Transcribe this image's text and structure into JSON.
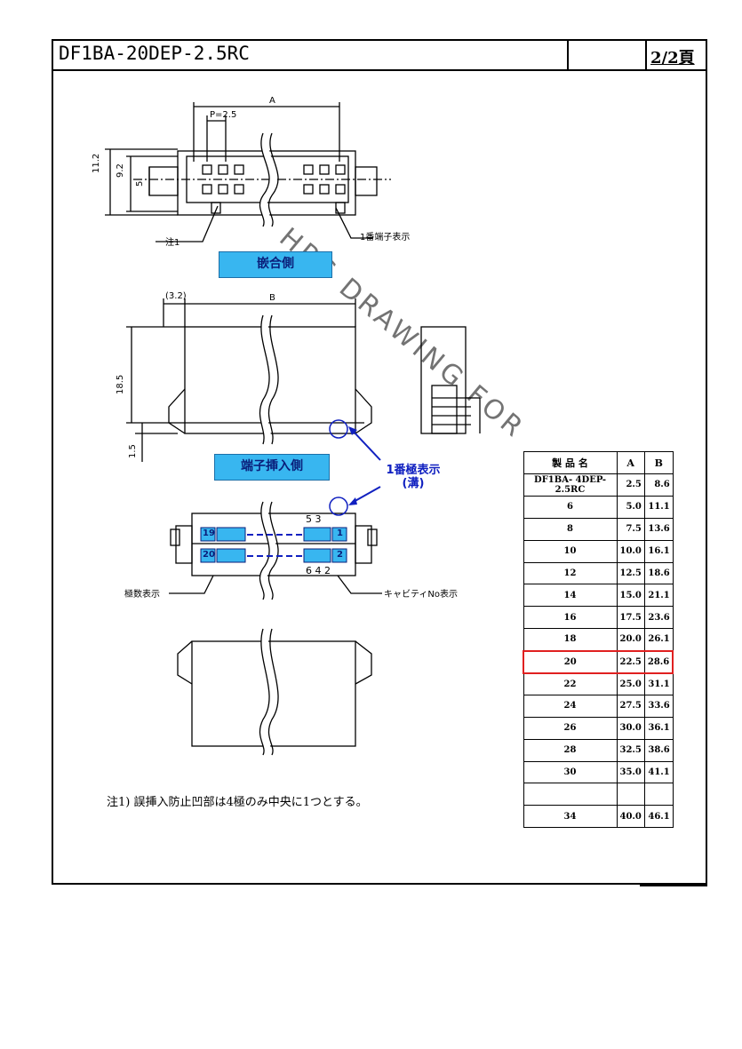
{
  "header": {
    "title": "DF1BA-20DEP-2.5RC",
    "page": "2/2頁"
  },
  "views": {
    "mating_side_label": "嵌合側",
    "terminal_insertion_label": "端子挿入側",
    "pin1_mark_label": "1番極表示",
    "pin1_mark_sub": "(溝)",
    "pin1_terminal_label": "1番端子表示",
    "note1_label": "注1",
    "pole_count_label": "極数表示",
    "cavity_no_label": "キャビティNo表示"
  },
  "dimensions": {
    "A": "A",
    "pitch": "P=2.5",
    "h_11_2": "11.2",
    "h_9_2": "9.2",
    "h_5": "5",
    "B": "B",
    "offset_3_2": "(3.2)",
    "h_18_5": "18.5",
    "h_1_5": "1.5"
  },
  "cavity_numbers": {
    "top_left": "19",
    "top_right": "1",
    "bottom_left": "20",
    "bottom_right": "2",
    "top_small": "5 3",
    "bottom_small": "6 4 2"
  },
  "note": "注1) 誤挿入防止凹部は4極のみ中央に1つとする。",
  "watermark": "HRS DRAWING FOR",
  "table": {
    "headers": [
      "製 品 名",
      "A",
      "B"
    ],
    "rows": [
      [
        "DF1BA- 4DEP-2.5RC",
        "2.5",
        "8.6"
      ],
      [
        "6",
        "5.0",
        "11.1"
      ],
      [
        "8",
        "7.5",
        "13.6"
      ],
      [
        "10",
        "10.0",
        "16.1"
      ],
      [
        "12",
        "12.5",
        "18.6"
      ],
      [
        "14",
        "15.0",
        "21.1"
      ],
      [
        "16",
        "17.5",
        "23.6"
      ],
      [
        "18",
        "20.0",
        "26.1"
      ],
      [
        "20",
        "22.5",
        "28.6"
      ],
      [
        "22",
        "25.0",
        "31.1"
      ],
      [
        "24",
        "27.5",
        "33.6"
      ],
      [
        "26",
        "30.0",
        "36.1"
      ],
      [
        "28",
        "32.5",
        "38.6"
      ],
      [
        "30",
        "35.0",
        "41.1"
      ],
      [
        "",
        "",
        ""
      ],
      [
        "34",
        "40.0",
        "46.1"
      ]
    ],
    "highlight_row_index": 8
  }
}
